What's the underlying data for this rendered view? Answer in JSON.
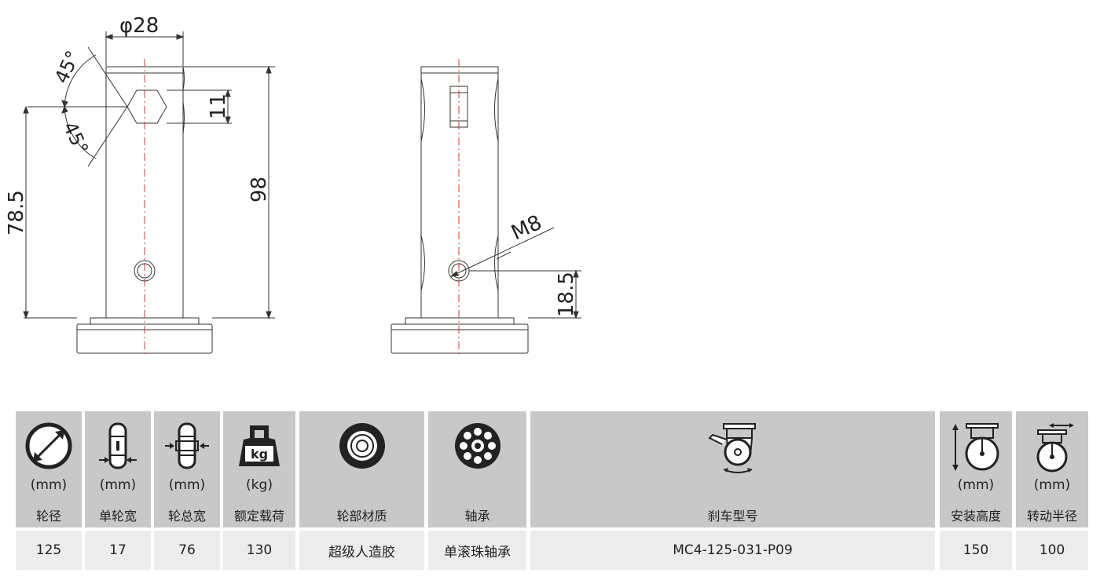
{
  "drawing": {
    "front_view": {
      "diameter_label": "φ28",
      "angle_top_label": "45°",
      "angle_bottom_label": "45°",
      "hex_label": "11",
      "total_height_label": "98",
      "hole_height_label": "78.5"
    },
    "side_view": {
      "thread_label": "M8",
      "hole_offset_label": "18.5"
    }
  },
  "specs": {
    "columns": [
      {
        "icon": "wheel-diameter-icon",
        "unit": "(mm)",
        "label": "轮径",
        "value": "125"
      },
      {
        "icon": "single-wheel-width-icon",
        "unit": "(mm)",
        "label": "单轮宽",
        "value": "17"
      },
      {
        "icon": "total-wheel-width-icon",
        "unit": "(mm)",
        "label": "轮总宽",
        "value": "76"
      },
      {
        "icon": "load-weight-icon",
        "unit": "(kg)",
        "label": "额定载荷",
        "value": "130",
        "icon_text": "kg"
      },
      {
        "icon": "wheel-material-icon",
        "unit": "",
        "label": "轮部材质",
        "value": "超级人造胶"
      },
      {
        "icon": "bearing-icon",
        "unit": "",
        "label": "轴承",
        "value": "单滚珠轴承"
      },
      {
        "icon": "brake-caster-icon",
        "unit": "",
        "label": "刹车型号",
        "value": "MC4-125-031-P09"
      },
      {
        "icon": "mount-height-icon",
        "unit": "(mm)",
        "label": "安装高度",
        "value": "150"
      },
      {
        "icon": "swivel-radius-icon",
        "unit": "(mm)",
        "label": "转动半径",
        "value": "100"
      }
    ]
  }
}
